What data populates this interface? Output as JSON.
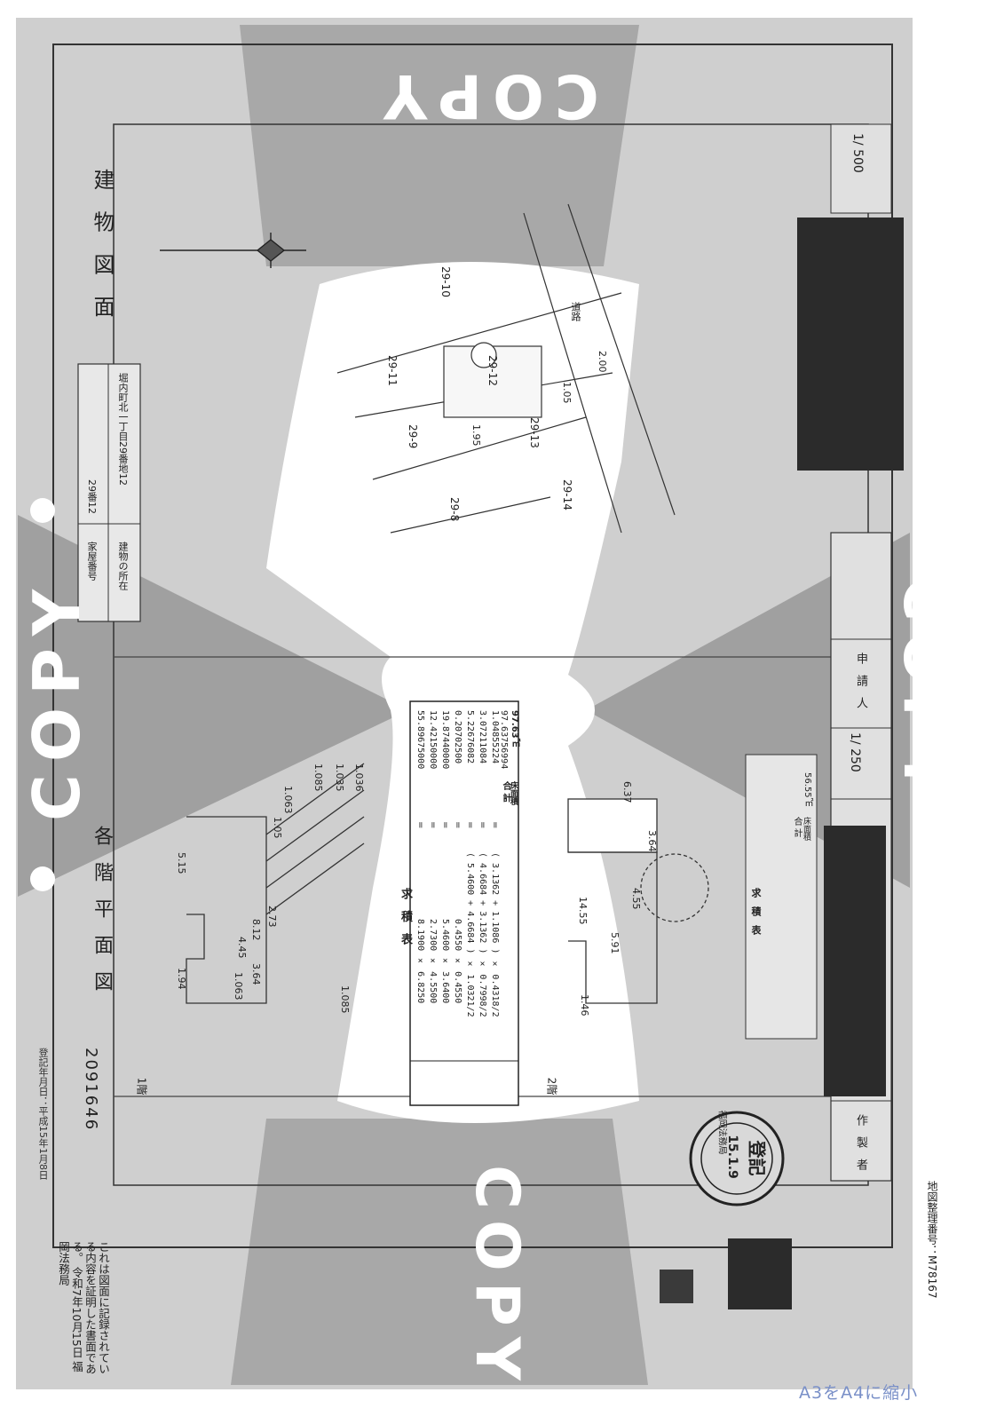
{
  "document": {
    "title": "建 物 図 面",
    "floor_plan_title": "各 階 平 面 図",
    "scale_main": "1/ 500",
    "scale_floor": "1/ 250",
    "registration_date_label": "登記年月日：平成15年1月8日",
    "doc_number": "2091646",
    "lot_number_label": "家屋番号",
    "lot_number_value": "29番12",
    "location_label": "建物の所在",
    "location_value": "堀内町北一丁目29番地12",
    "producer_label": "作 製 者",
    "requester_label": "申 請 人",
    "floor1_label": "1階",
    "floor2_label": "2階",
    "road_label": "道路",
    "watermark": "COPY",
    "stamp_text": "登記",
    "stamp_date": "15.1.9",
    "stamp_top": "福岡法務局"
  },
  "site_plan": {
    "lots": [
      "29-10",
      "29-11",
      "29-12",
      "29-9",
      "29-13",
      "29-8",
      "29-14"
    ],
    "dims": [
      "2.00",
      "1.05",
      "1.95"
    ]
  },
  "floor1": {
    "dims": [
      "5.15",
      "3.64",
      "1.94",
      "8.12",
      "2.73",
      "4.45",
      "1.05",
      "1.063",
      "1.085",
      "1.035",
      "1.036"
    ],
    "callouts": [
      "1.063",
      "1.085",
      "1.035",
      "1.036"
    ]
  },
  "floor2": {
    "dims": [
      "14.55",
      "3.64",
      "4.55",
      "5.91",
      "6.37",
      "1.46"
    ]
  },
  "calc_table": {
    "header": "求 積 表",
    "rows": [
      {
        "expr": "8.1900 × 6.8250",
        "eq": "=",
        "val": "55.89675000"
      },
      {
        "expr": "2.7300 × 4.5500",
        "eq": "=",
        "val": "12.42150000"
      },
      {
        "expr": "5.4600 × 3.6400",
        "eq": "=",
        "val": "19.87440000"
      },
      {
        "expr": "0.4550 × 0.4550",
        "eq": "=",
        "val": "0.20702500"
      },
      {
        "expr": "( 5.4600 + 4.6684 ) × 1.0321/2",
        "eq": "=",
        "val": "5.22676082"
      },
      {
        "expr": "( 4.6684 + 3.1362 ) × 0.7998/2",
        "eq": "=",
        "val": "3.07211084"
      },
      {
        "expr": "( 3.1362 + 1.1086 ) × 0.4318/2",
        "eq": "=",
        "val": "1.04855224"
      }
    ],
    "total_label": "合 計",
    "total_val": "97.63756994",
    "floor_area_label": "床面積",
    "floor_area_val": "97.63㎡"
  },
  "calc_table2": {
    "header": "求 積 表",
    "total_label": "合 計",
    "floor_area_label": "床面積",
    "floor_area_val": "56.55㎡"
  },
  "certificate": {
    "line1": "これは図面に記録されている内容を証明した書面である。",
    "line2": "令和7年10月15日",
    "line3": "福岡法務局"
  },
  "map_number": "地図整理番号：M78167",
  "footer_note": "A3をA4に縮小"
}
